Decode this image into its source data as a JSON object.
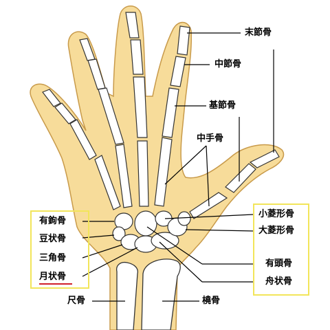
{
  "colors": {
    "skin": "#f7dc9a",
    "skin_outline": "#c89a4a",
    "bone": "#ffffff",
    "bone_outline": "#333333",
    "leader": "#000000",
    "box_border": "#f2e55a",
    "underline": "#d0202a"
  },
  "labels": {
    "distal_phalanx": "末節骨",
    "middle_phalanx": "中節骨",
    "proximal_phalanx": "基節骨",
    "metacarpal": "中手骨",
    "hamate": "有鉤骨",
    "pisiform": "豆状骨",
    "triquetrum": "三角骨",
    "lunate": "月状骨",
    "trapezoid": "小菱形骨",
    "trapezium": "大菱形骨",
    "capitate": "有頭骨",
    "scaphoid": "舟状骨",
    "ulna": "尺骨",
    "radius": "橈骨"
  }
}
